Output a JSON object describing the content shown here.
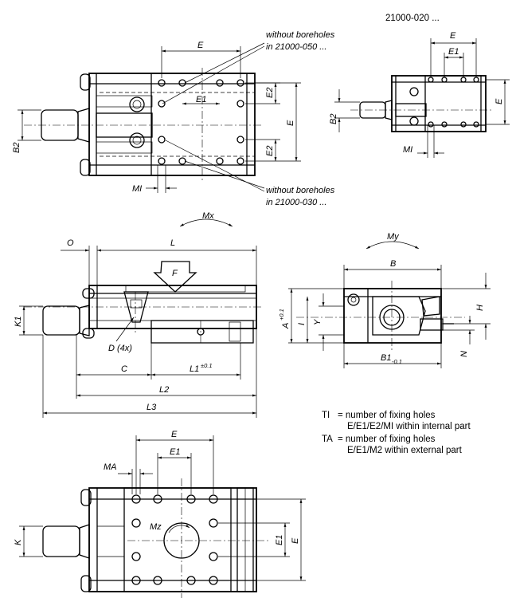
{
  "drawing": {
    "part_number": "21000-020 ...",
    "dims": {
      "E": "E",
      "E1": "E1",
      "E2": "E2",
      "B2": "B2",
      "MI": "MI",
      "MA": "MA",
      "L": "L",
      "L1": "L1",
      "L1_tol": "±0.1",
      "L2": "L2",
      "L3": "L3",
      "O": "O",
      "C": "C",
      "K": "K",
      "K1": "K1",
      "B": "B",
      "B1": "B1",
      "B1_tol": "-0.1",
      "A": "A",
      "A_tol": "+0.1",
      "H": "H",
      "I": "I",
      "Y": "Y",
      "N": "N",
      "F": "F",
      "D": "D (4x)",
      "Mx": "Mx",
      "My": "My",
      "Mz": "Mz"
    },
    "annotations": {
      "without_boreholes_1": "without boreholes",
      "series_050": "in 21000-050 ...",
      "without_boreholes_2": "without boreholes",
      "series_030": "in 21000-030 ..."
    },
    "legend": {
      "ti_key": "TI",
      "ti_line1": "= number of fixing holes",
      "ti_line2": "E/E1/E2/MI within internal part",
      "ta_key": "TA",
      "ta_line1": "= number of fixing holes",
      "ta_line2": "E/E1/M2 within external part"
    }
  }
}
